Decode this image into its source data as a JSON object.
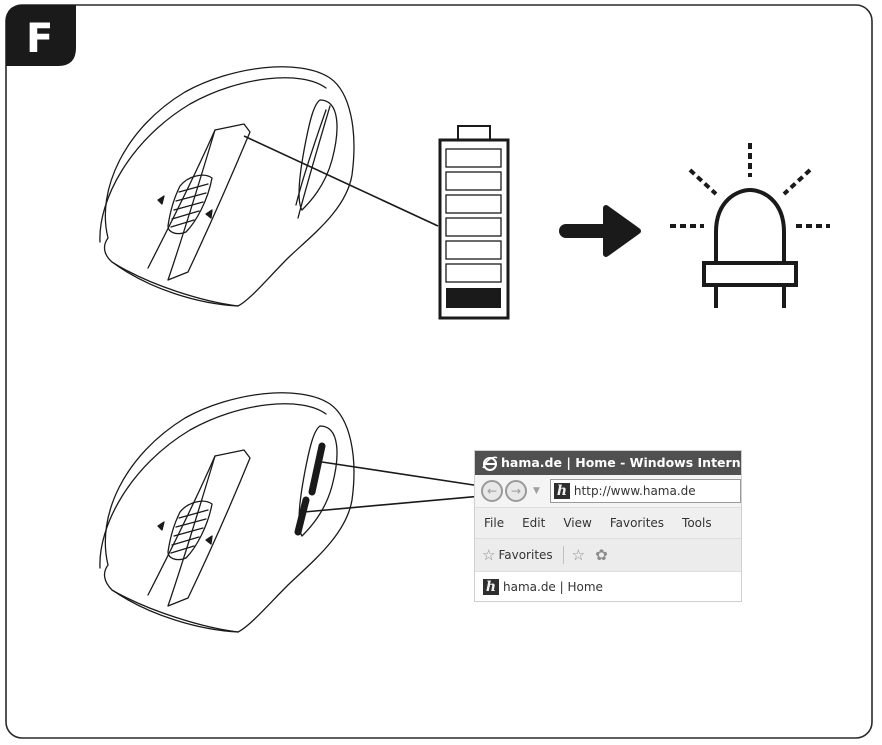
{
  "section": {
    "label": "F"
  },
  "browser": {
    "title": "hama.de | Home - Windows Intern",
    "address": "http://www.hama.de",
    "menu": [
      "File",
      "Edit",
      "View",
      "Favorites",
      "Tools"
    ],
    "favorites_label": "Favorites",
    "tab_title": "hama.de | Home",
    "logo_letter": "h"
  },
  "battery": {
    "segments": 7,
    "filled_segments": 1
  },
  "colors": {
    "ink": "#1a1a1a",
    "title_bar": "#505050"
  },
  "icons": [
    "mouse-illustration",
    "battery-icon",
    "arrow-right-icon",
    "led-light-icon",
    "back-icon",
    "forward-icon",
    "ie-icon",
    "star-icon"
  ]
}
